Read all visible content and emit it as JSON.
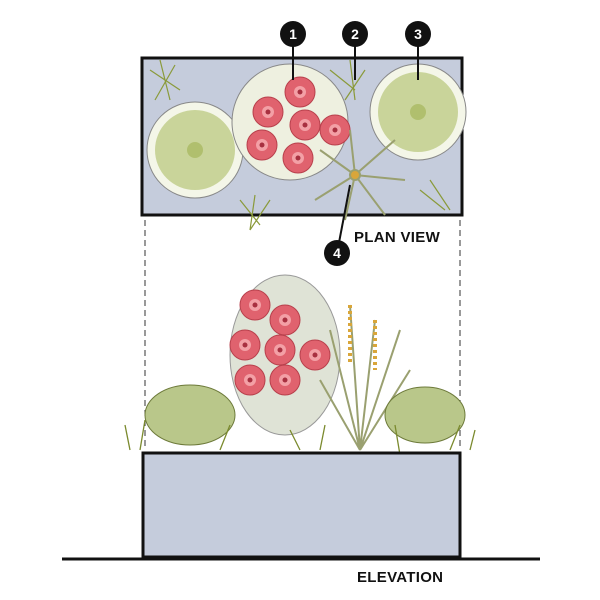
{
  "callouts": [
    "1",
    "2",
    "3",
    "4"
  ],
  "labels": {
    "plan": "PLAN VIEW",
    "elevation": "ELEVATION"
  },
  "colors": {
    "planter": "#c5ccdc",
    "outline": "#111111",
    "flower": "#e0626e",
    "foliage": "#c9d49a",
    "grass": "#8a9a3a"
  }
}
